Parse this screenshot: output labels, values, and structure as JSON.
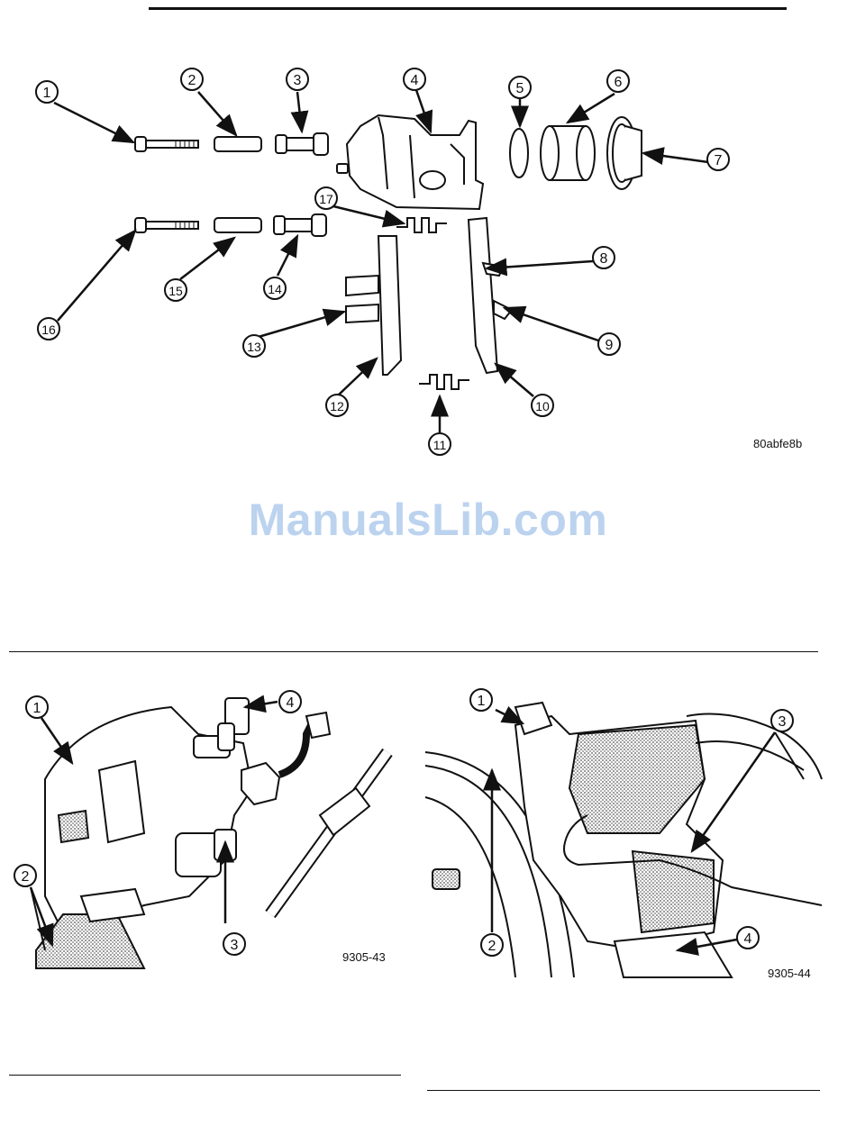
{
  "figure_top": {
    "callouts": [
      "1",
      "2",
      "3",
      "4",
      "5",
      "6",
      "7",
      "8",
      "9",
      "10",
      "11",
      "12",
      "13",
      "14",
      "15",
      "16",
      "17"
    ],
    "code": "80abfe8b"
  },
  "watermark": "ManualsLib.com",
  "figure_left": {
    "callouts": [
      "1",
      "2",
      "3",
      "4"
    ],
    "code": "9305-43"
  },
  "figure_right": {
    "callouts": [
      "1",
      "2",
      "3",
      "4"
    ],
    "code": "9305-44"
  }
}
